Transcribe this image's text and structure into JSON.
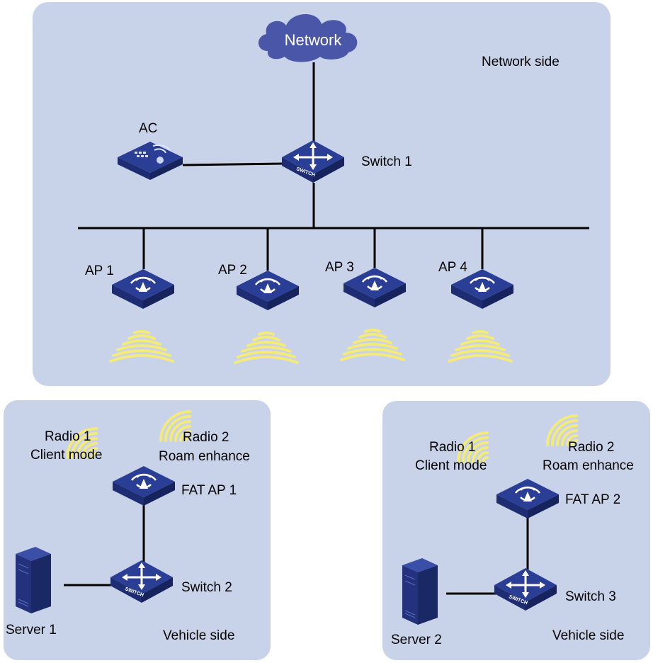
{
  "colors": {
    "panel": "#c8d3ea",
    "device_top": "#2b3e96",
    "device_side": "#1b2866",
    "cloud": "#4a57a8",
    "signal": "#f3ea7a",
    "line": "#000000"
  },
  "network_side": {
    "label": "Network side",
    "cloud_label": "Network",
    "ac_label": "AC",
    "switch_label": "Switch 1",
    "aps": [
      {
        "label": "AP 1"
      },
      {
        "label": "AP 2"
      },
      {
        "label": "AP 3"
      },
      {
        "label": "AP 4"
      }
    ]
  },
  "vehicles": [
    {
      "label": "Vehicle side",
      "radio1_line1": "Radio 1",
      "radio1_line2": "Client mode",
      "radio2_line1": "Radio 2",
      "radio2_line2": "Roam enhance",
      "ap_label": "FAT AP 1",
      "switch_label": "Switch 2",
      "server_label": "Server 1"
    },
    {
      "label": "Vehicle side",
      "radio1_line1": "Radio 1",
      "radio1_line2": "Client mode",
      "radio2_line1": "Radio 2",
      "radio2_line2": "Roam enhance",
      "ap_label": "FAT AP 2",
      "switch_label": "Switch 3",
      "server_label": "Server 2"
    }
  ]
}
